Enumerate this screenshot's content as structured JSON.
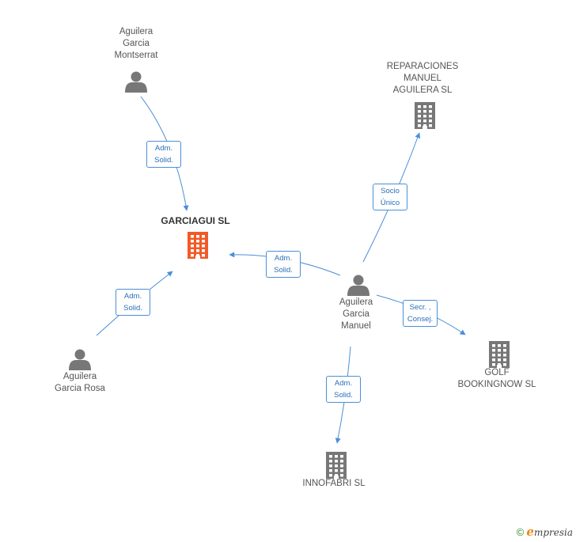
{
  "nodes": {
    "garciagui": {
      "lines": [
        "GARCIAGUI SL"
      ],
      "type": "company-main"
    },
    "montserrat": {
      "lines": [
        "Aguilera",
        "Garcia",
        "Montserrat"
      ],
      "type": "person"
    },
    "reparaciones": {
      "lines": [
        "REPARACIONES",
        "MANUEL",
        "AGUILERA SL"
      ],
      "type": "company"
    },
    "manuel": {
      "lines": [
        "Aguilera",
        "Garcia",
        "Manuel"
      ],
      "type": "person"
    },
    "rosa": {
      "lines": [
        "Aguilera",
        "Garcia Rosa"
      ],
      "type": "person"
    },
    "golf": {
      "lines": [
        "GOLF",
        "BOOKINGNOW SL"
      ],
      "type": "company"
    },
    "innofabri": {
      "lines": [
        "INNOFABRI SL"
      ],
      "type": "company"
    }
  },
  "edges": [
    {
      "from": "montserrat",
      "to": "garciagui",
      "lines": [
        "Adm.",
        "Solid."
      ]
    },
    {
      "from": "manuel",
      "to": "garciagui",
      "lines": [
        "Adm.",
        "Solid."
      ]
    },
    {
      "from": "rosa",
      "to": "garciagui",
      "lines": [
        "Adm.",
        "Solid."
      ]
    },
    {
      "from": "manuel",
      "to": "reparaciones",
      "lines": [
        "Socio",
        "Único"
      ]
    },
    {
      "from": "manuel",
      "to": "golf",
      "lines": [
        "Secr. ,",
        "Consej."
      ]
    },
    {
      "from": "manuel",
      "to": "innofabri",
      "lines": [
        "Adm.",
        "Solid."
      ]
    }
  ],
  "colors": {
    "edge": "#4a8fd8",
    "company_main": "#f05a28",
    "company": "#777777",
    "person": "#777777"
  },
  "footer": {
    "copyright": "©",
    "brand_initial": "e",
    "brand_rest": "mpresia"
  }
}
